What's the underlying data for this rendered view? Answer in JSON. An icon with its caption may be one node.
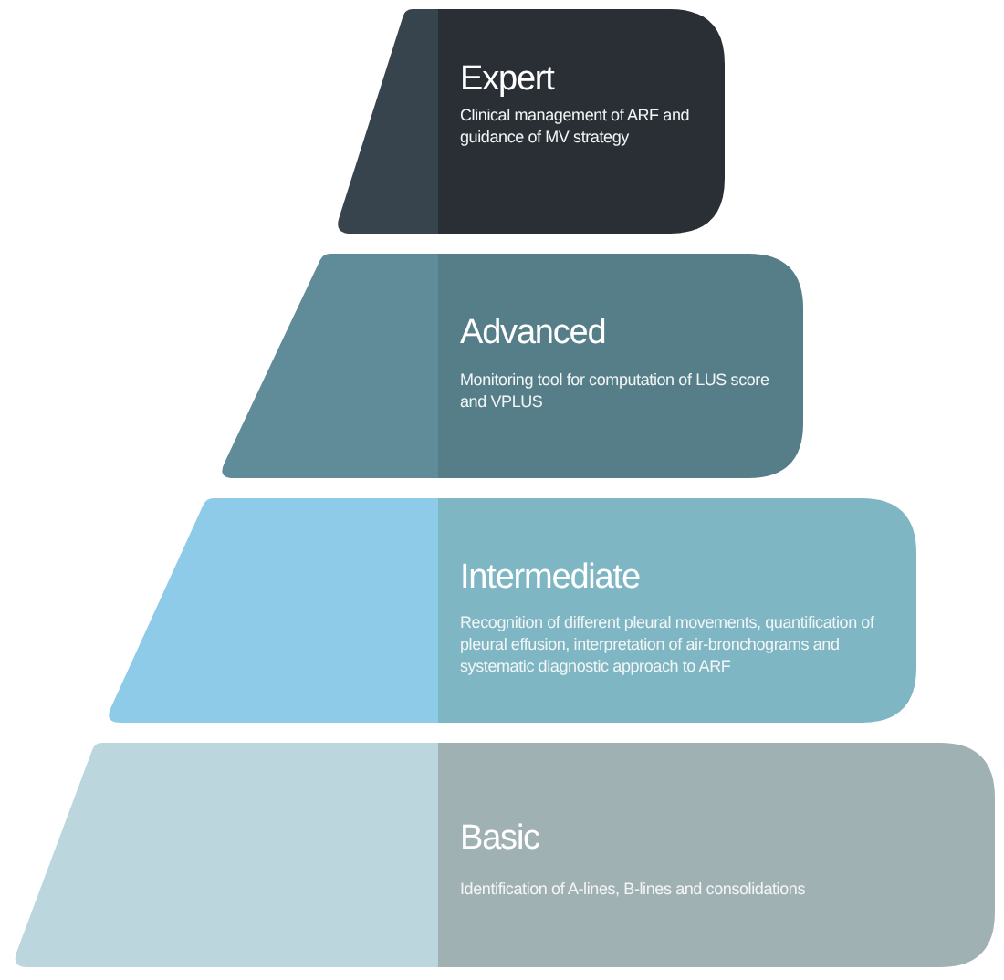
{
  "diagram": {
    "nodes": [
      {
        "text": [
          "Expert",
          "Clinical management of ARF and guidance of MV strategy"
        ]
      },
      {
        "text": [
          "Advanced",
          "Monitoring tool for computation of LUS score and VPLUS"
        ]
      },
      {
        "text": [
          "Intermediate",
          "Recognition of different pleural movements, quantification of pleural effusion, interpretation of air-bronchograms and systematic diagnostic approach to ARF"
        ]
      },
      {
        "text": [
          "Basic",
          "Identification of A-lines, B-lines and consolidations"
        ]
      }
    ]
  }
}
